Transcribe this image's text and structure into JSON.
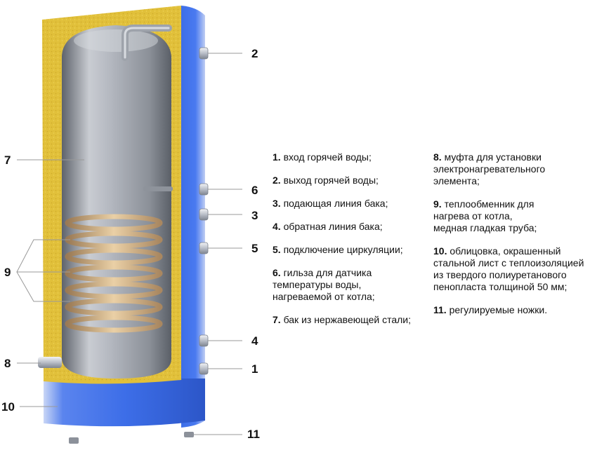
{
  "callouts": {
    "c1": "1",
    "c2": "2",
    "c3": "3",
    "c4": "4",
    "c5": "5",
    "c6": "6",
    "c7": "7",
    "c8": "8",
    "c9": "9",
    "c10": "10",
    "c11": "11"
  },
  "legend": {
    "col1": [
      {
        "num": "1.",
        "text": " вход горячей воды;"
      },
      {
        "num": "2.",
        "text": " выход горячей воды;"
      },
      {
        "num": "3.",
        "text": " подающая линия бака;"
      },
      {
        "num": "4.",
        "text": " обратная линия бака;"
      },
      {
        "num": "5.",
        "text": " подключение циркуляции;"
      },
      {
        "num": "6.",
        "line1": " гильза для датчика",
        "line2": "температуры воды,",
        "line3": "нагреваемой от  котла;"
      },
      {
        "num": "7.",
        "text": " бак из нержавеющей стали;"
      }
    ],
    "col2": [
      {
        "num": "8.",
        "line1": " муфта для установки",
        "line2": "электронагревательного",
        "line3": "элемента;"
      },
      {
        "num": "9.",
        "line1": " теплообменник для",
        "line2": "нагрева от котла,",
        "line3": "медная гладкая  труба;"
      },
      {
        "num": "10.",
        "line1": " облицовка, окрашенный",
        "line2": "стальной лист с теплоизоляцией",
        "line3": "из твердого полиуретанового",
        "line4": "пенопласта толщиной 50 мм;"
      },
      {
        "num": "11.",
        "text": " регулируемые ножки."
      }
    ]
  },
  "colors": {
    "casing_blue": "#3f6fe6",
    "insulation_yellow": "#e3c23c",
    "tank_steel": "#a6abb4",
    "coil_copper": "#d9b98a"
  }
}
